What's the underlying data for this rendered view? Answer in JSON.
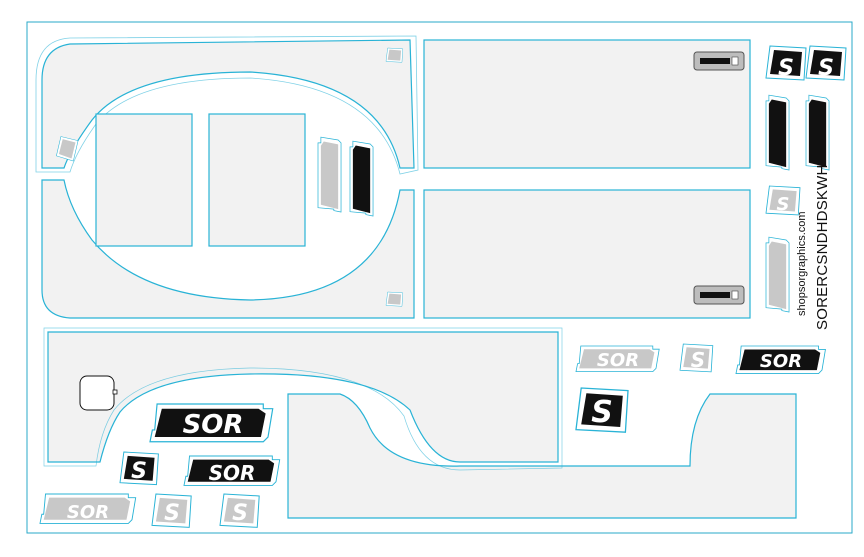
{
  "sheet": {
    "sku": "SORERCSNDHDSKWH",
    "website": "shopsorgraphics.com"
  },
  "logos": {
    "sor_text": "SOR",
    "s_text": "S"
  },
  "colors": {
    "cut_line": "#29b3d6",
    "panel_fill": "#f2f2f2",
    "border": "#2aa9c8",
    "logo_black": "#0f0f0f",
    "logo_gray": "#c9c9c9"
  },
  "icons": [
    "door-handle-icon",
    "fuel-door-icon",
    "sor-logo",
    "s-logo"
  ]
}
